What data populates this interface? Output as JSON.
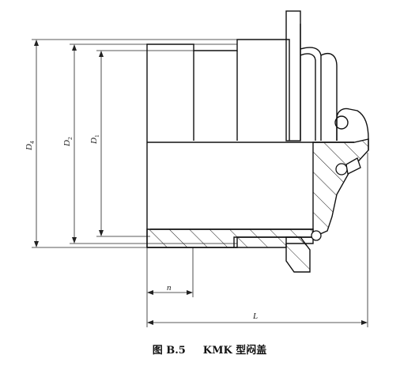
{
  "figure": {
    "number": "图 B.5",
    "title": "KMK 型闷盖"
  },
  "dimensions": {
    "d4": {
      "letter": "D",
      "sub": "4"
    },
    "d2": {
      "letter": "D",
      "sub": "2"
    },
    "d1": {
      "letter": "D",
      "sub": "1"
    },
    "n": "n",
    "L": "L"
  }
}
